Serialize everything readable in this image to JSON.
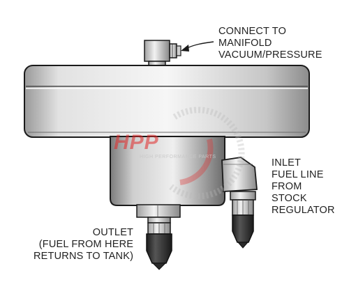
{
  "labels": {
    "manifold": "CONNECT TO\nMANIFOLD\nVACUUM/PRESSURE",
    "inlet": "INLET\nFUEL LINE\nFROM\nSTOCK\nREGULATOR",
    "outlet": "OUTLET\n(FUEL FROM HERE\nRETURNS TO TANK)"
  },
  "watermark": {
    "logo": "HPP",
    "subtitle": "HIGH PERFORMANCE PARTS"
  },
  "colors": {
    "metal_light": "#eeeeee",
    "metal_mid": "#bdbdbd",
    "metal_dark": "#6e6e6e",
    "outline": "#1a1a1a",
    "nozzle": "#2e2e2e",
    "watermark_red": "#e03030"
  }
}
